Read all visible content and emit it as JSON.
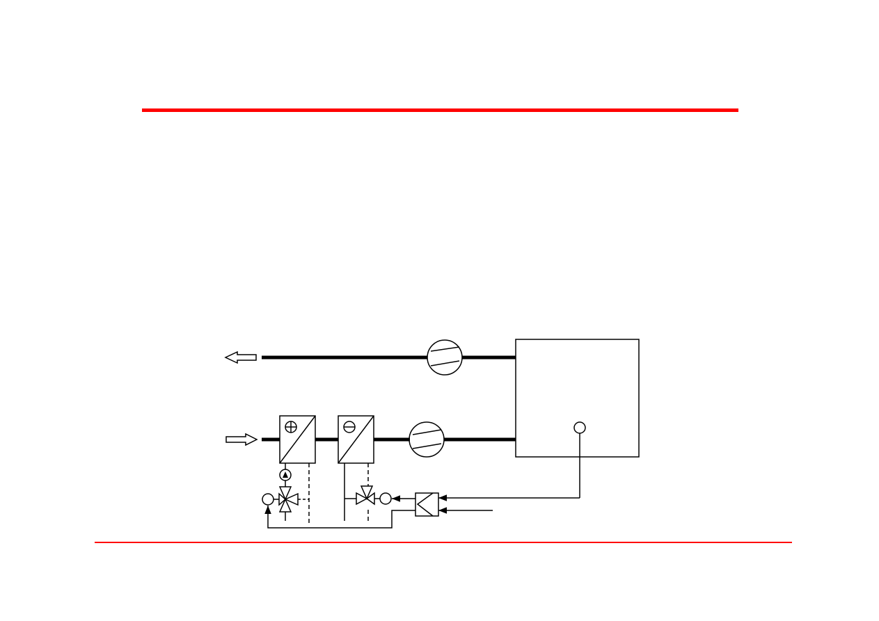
{
  "colors": {
    "accent": "#ff0000",
    "ink": "#000000",
    "background": "#ffffff"
  },
  "diagram": {
    "kind": "HVAC air handling unit control schematic",
    "components": [
      {
        "id": "exhaust-arrow",
        "symbol": "hollow-arrow-left"
      },
      {
        "id": "supply-arrow",
        "symbol": "hollow-arrow-right"
      },
      {
        "id": "exhaust-duct",
        "symbol": "thick-line"
      },
      {
        "id": "supply-duct",
        "symbol": "thick-line"
      },
      {
        "id": "exhaust-fan",
        "symbol": "fan-circle"
      },
      {
        "id": "supply-fan",
        "symbol": "fan-circle"
      },
      {
        "id": "heating-coil",
        "symbol": "heat-exchanger-plus"
      },
      {
        "id": "cooling-coil",
        "symbol": "heat-exchanger-minus"
      },
      {
        "id": "heating-pump",
        "symbol": "pump-circle"
      },
      {
        "id": "heating-valve",
        "symbol": "three-way-valve"
      },
      {
        "id": "cooling-valve",
        "symbol": "three-way-valve"
      },
      {
        "id": "heating-actuator",
        "symbol": "actuator-circle"
      },
      {
        "id": "cooling-actuator",
        "symbol": "actuator-circle"
      },
      {
        "id": "controller",
        "symbol": "controller-box"
      },
      {
        "id": "room",
        "symbol": "rectangle"
      },
      {
        "id": "room-sensor",
        "symbol": "sensor-circle"
      }
    ]
  }
}
